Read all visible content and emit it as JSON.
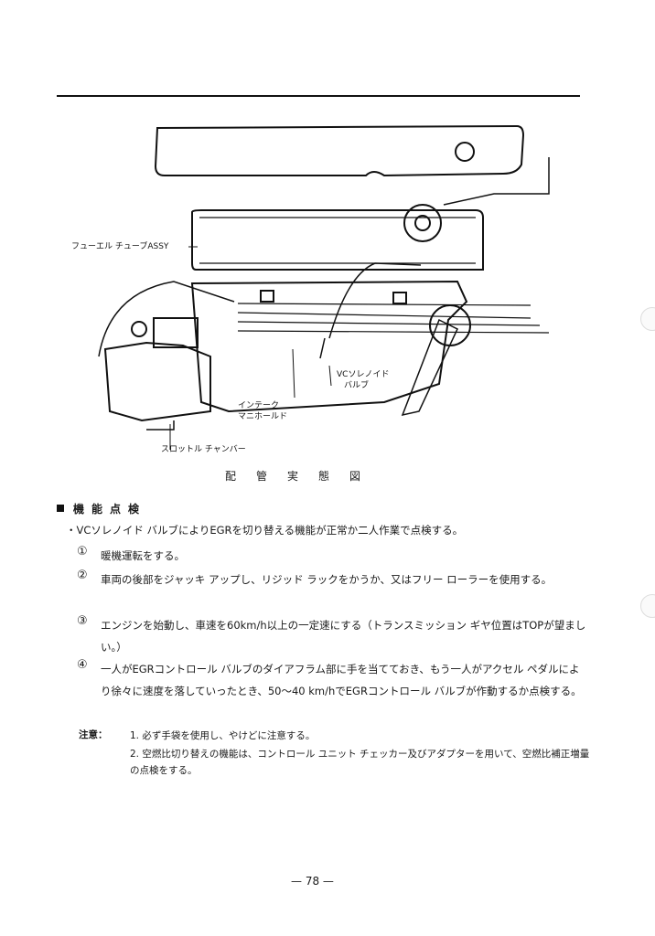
{
  "diagram": {
    "labels": {
      "fuel_tube": "フューエル チューブASSY",
      "vc_solenoid_1": "VCソレノイド",
      "vc_solenoid_2": "バルブ",
      "intake_1": "インテーク",
      "intake_2": "マニホールド",
      "throttle": "スロットル チャンバー"
    },
    "caption": "配管実態図"
  },
  "section": {
    "title": "機能点検",
    "intro": "・VCソレノイド バルブによりEGRを切り替える機能が正常か二人作業で点検する。",
    "steps": [
      {
        "num": "①",
        "text": "暖機運転をする。"
      },
      {
        "num": "②",
        "text": "車両の後部をジャッキ アップし、リジッド ラックをかうか、又はフリー ローラーを使用する。"
      },
      {
        "num": "③",
        "text": "エンジンを始動し、車速を60km/h以上の一定速にする（トランスミッション ギヤ位置はTOPが望ましい。）"
      },
      {
        "num": "④",
        "text": "一人がEGRコントロール バルブのダイアフラム部に手を当てておき、もう一人がアクセル ペダルにより徐々に速度を落していったとき、50〜40 km/hでEGRコントロール バルブが作動するか点検する。"
      }
    ],
    "notes": {
      "label": "注意：",
      "items": [
        {
          "num": "1.",
          "text": "必ず手袋を使用し、やけどに注意する。"
        },
        {
          "num": "2.",
          "text": "空燃比切り替えの機能は、コントロール ユニット チェッカー及びアダプターを用いて、空燃比補正増量の点検をする。"
        }
      ]
    }
  },
  "page_number": "— 78 —"
}
